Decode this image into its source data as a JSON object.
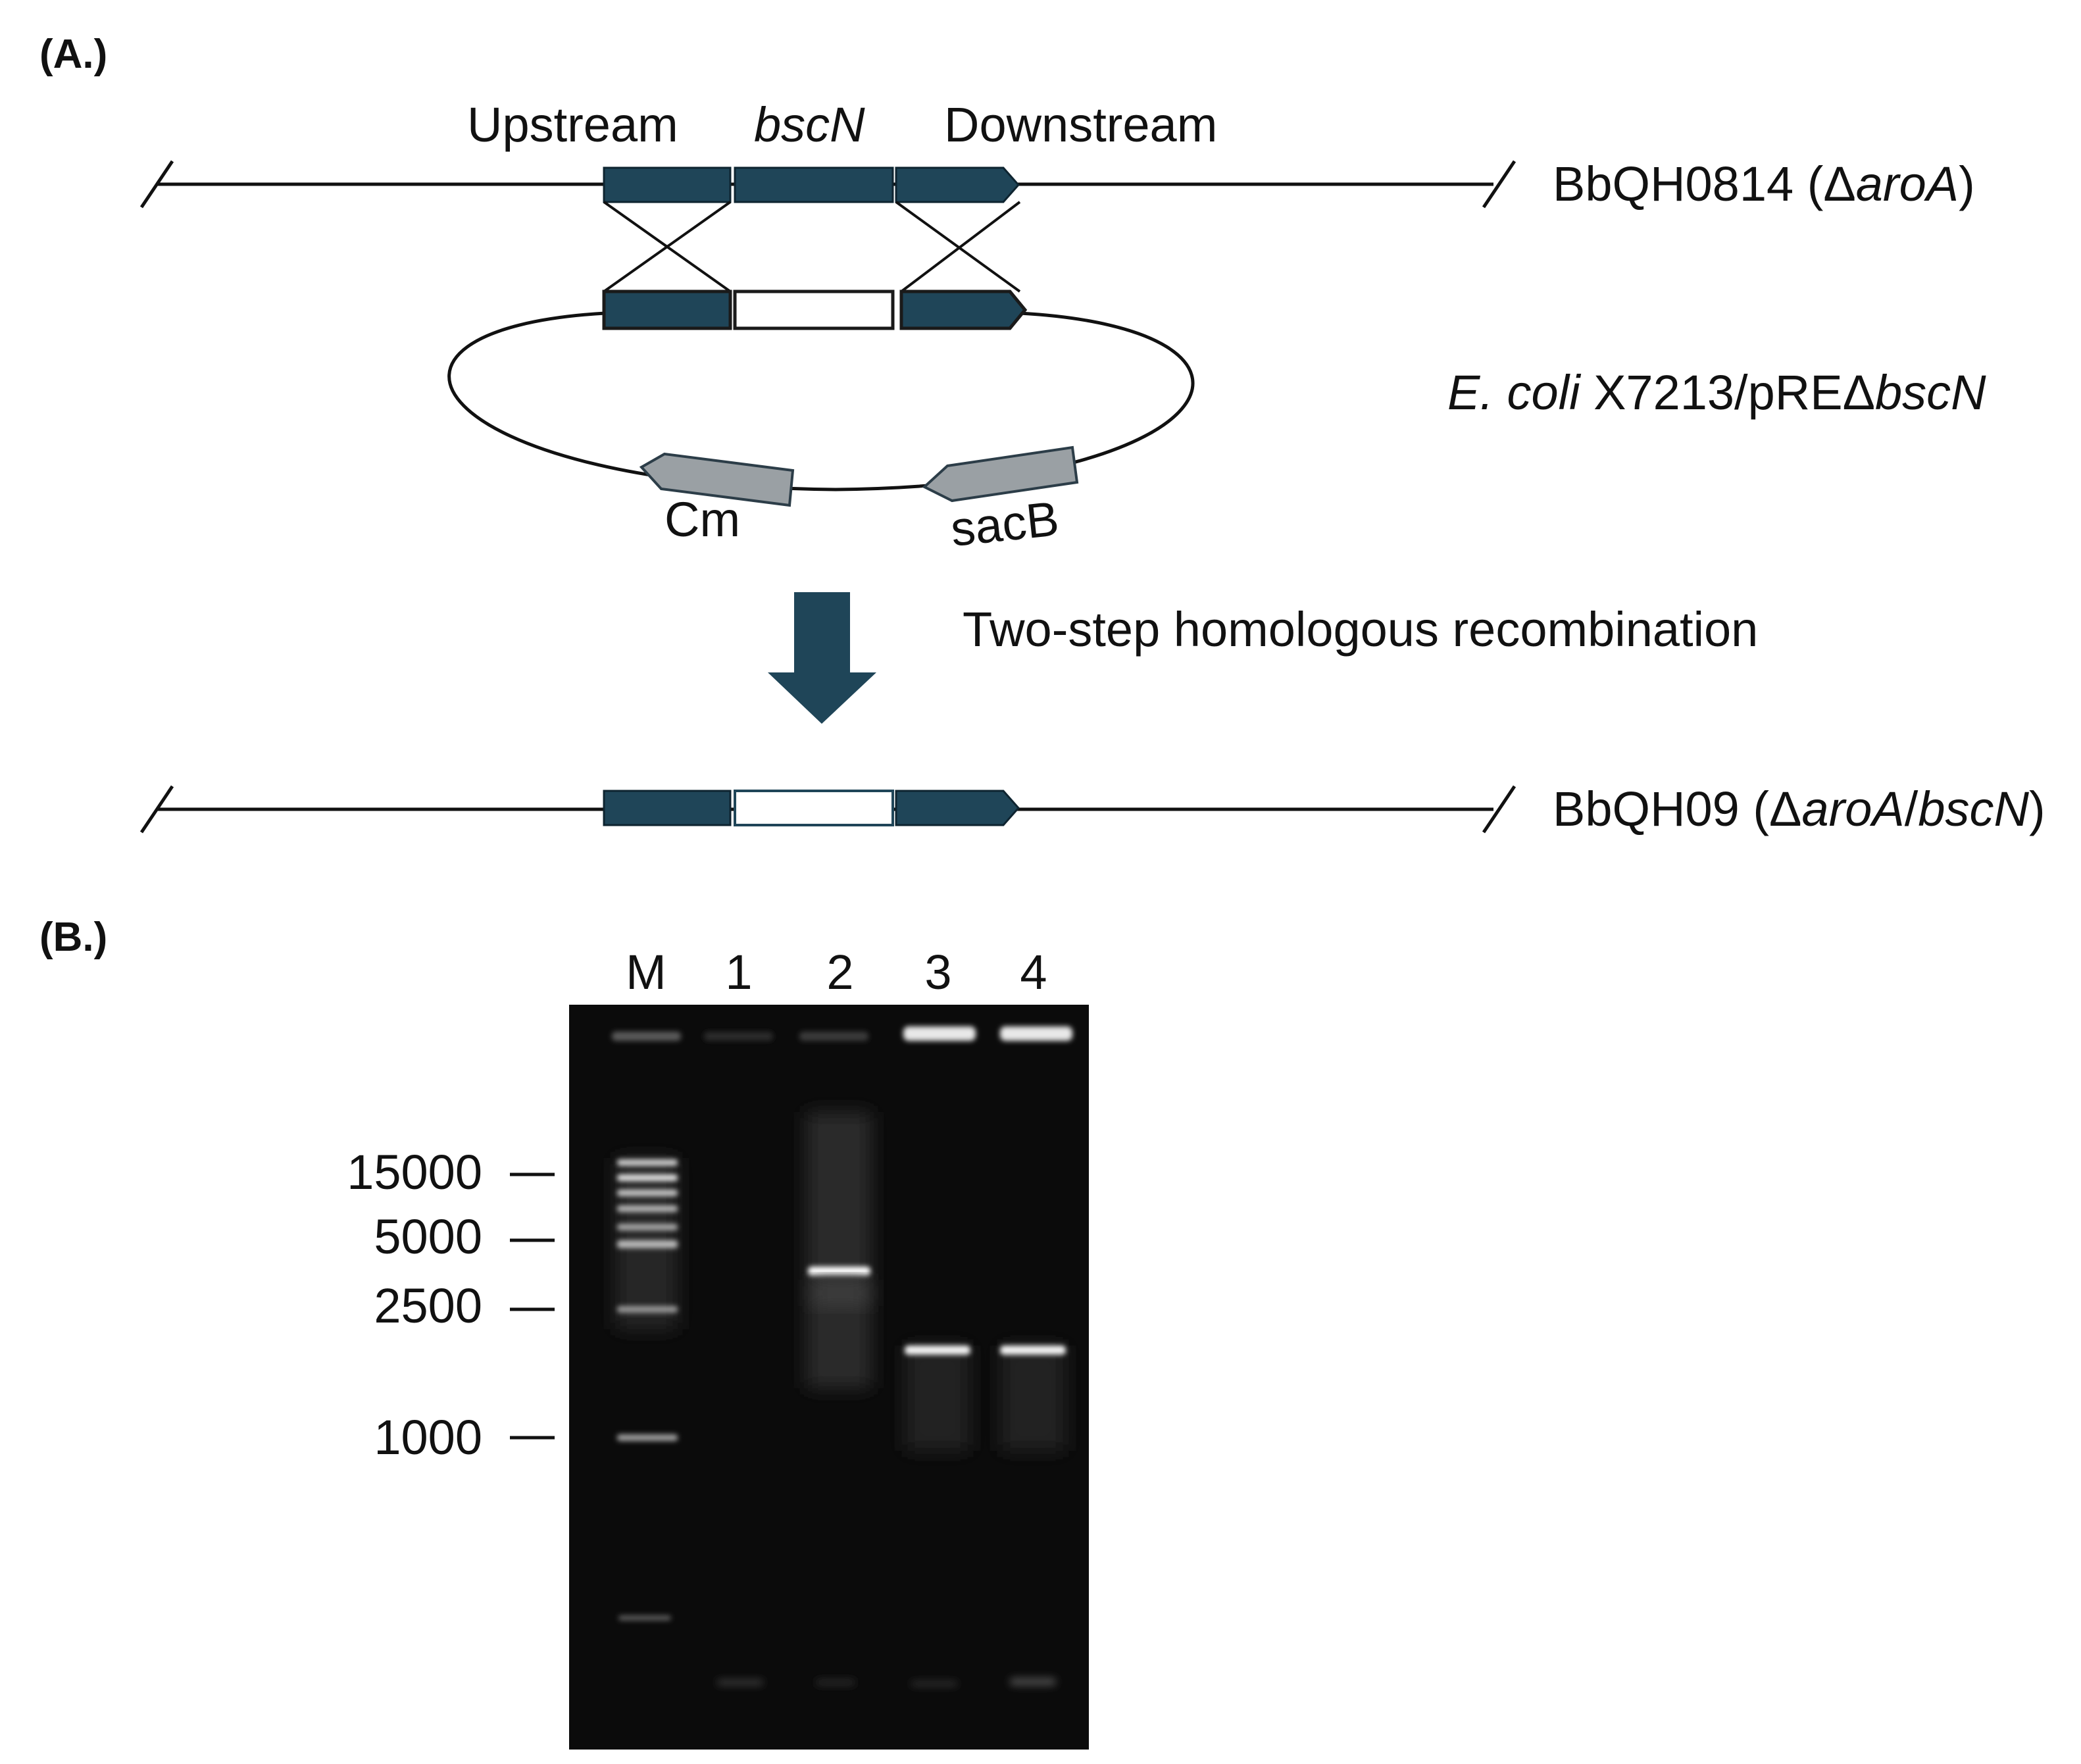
{
  "panel_a": {
    "label": "(A.)",
    "top_labels": {
      "upstream": "Upstream",
      "gene": "bscN",
      "downstream": "Downstream"
    },
    "strain_parent": {
      "prefix": "BbQH0814 (Δ",
      "italic": "aroA",
      "suffix": ")"
    },
    "plasmid": {
      "italic": "E. coli",
      "rest": " X7213/pREΔ",
      "italic2": "bscN"
    },
    "markers": {
      "cm": "Cm",
      "sacb": "sacB"
    },
    "step_text": "Two-step homologous recombination",
    "strain_mutant": {
      "prefix": "BbQH09 (Δ",
      "italic1": "aroA",
      "slash": "/",
      "italic2": "bscN",
      "suffix": ")"
    },
    "colors": {
      "gene": "#1f4558",
      "marker": "#9aa0a4",
      "arrow": "#1f4558"
    }
  },
  "panel_b": {
    "label": "(B.)",
    "lanes": [
      "M",
      "1",
      "2",
      "3",
      "4"
    ],
    "ladder_labels": [
      "15000",
      "5000",
      "2500",
      "1000"
    ],
    "colors": {
      "gel_background": "#0b0b0b",
      "band": "#ffffff"
    }
  }
}
